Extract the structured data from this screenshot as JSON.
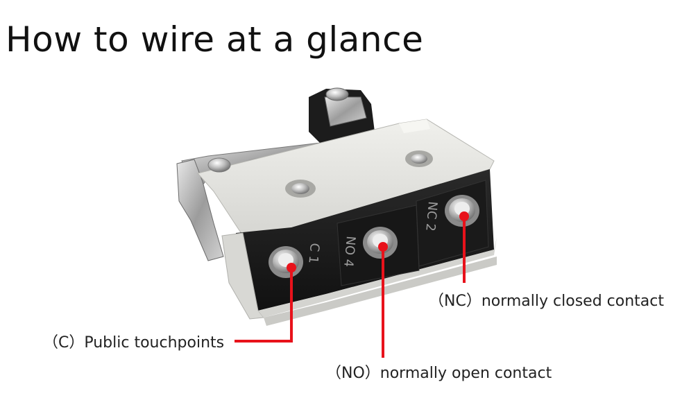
{
  "title": "How to wire at a glance",
  "terminal_markings": {
    "c": "C 1",
    "no": "NO 4",
    "nc": "NC 2"
  },
  "callouts": {
    "c": "（C）Public touchpoints",
    "no": "（NO）normally open contact",
    "nc": "（NC）normally closed contact"
  },
  "colors": {
    "leader": "#e8121b",
    "housing_top": "#e4e4e0",
    "housing_body": "#1e1e1e",
    "metal": "#b8b8b8"
  }
}
